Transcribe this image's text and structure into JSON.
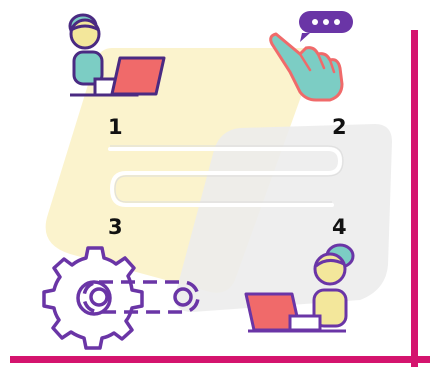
{
  "steps": [
    {
      "number": "1",
      "icon": "person-with-laptop-icon"
    },
    {
      "number": "2",
      "icon": "hand-tapping-chat-bubble-icon"
    },
    {
      "number": "3",
      "icon": "gear-with-conveyor-icon"
    },
    {
      "number": "4",
      "icon": "person-with-laptop-icon"
    }
  ],
  "colors": {
    "accent": "#d4146e",
    "outline": "#4a2a82",
    "laptop": "#f06a6a",
    "skin": "#f3e79b",
    "teal": "#7ccdc4",
    "purple": "#6a35a6",
    "yellow_blob": "#fbf3cd",
    "gray_blob": "#eaeaea"
  }
}
